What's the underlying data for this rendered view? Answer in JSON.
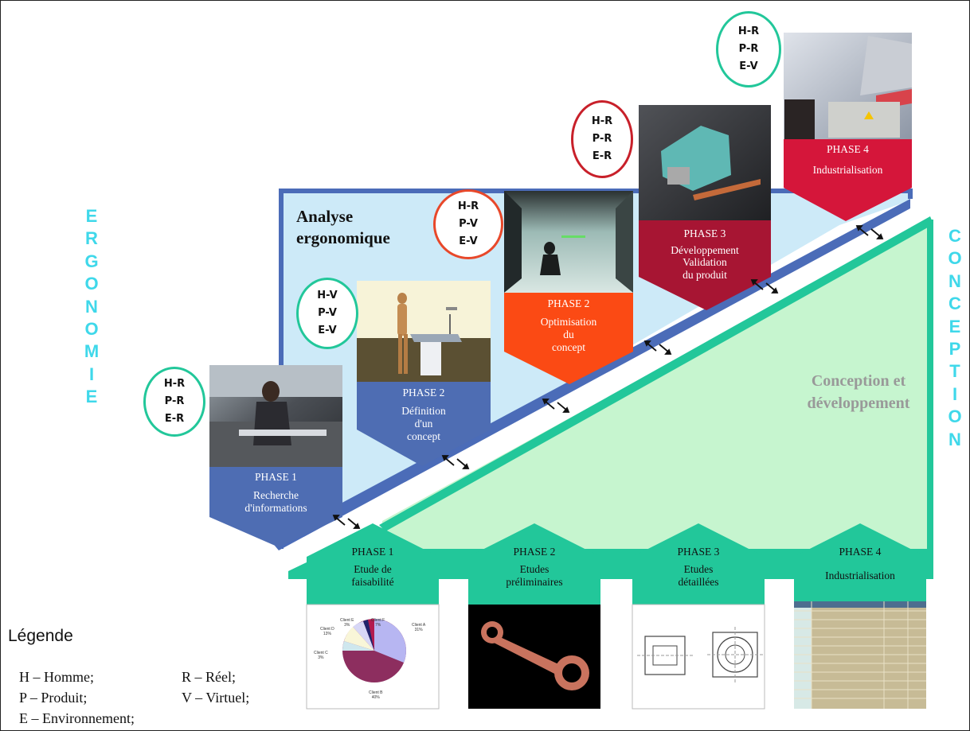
{
  "side_labels": {
    "left": [
      "E",
      "R",
      "G",
      "O",
      "N",
      "O",
      "M",
      "I",
      "E"
    ],
    "right": [
      "C",
      "O",
      "N",
      "C",
      "E",
      "P",
      "T",
      "I",
      "O",
      "N"
    ]
  },
  "upper": {
    "title_line1": "Analyse",
    "title_line2": "ergonomique",
    "phases": [
      {
        "label": "PHASE 1",
        "desc": [
          "Recherche",
          "d'informations"
        ]
      },
      {
        "label": "PHASE 2",
        "desc": [
          "Définition",
          "d'un",
          "concept"
        ]
      },
      {
        "label": "PHASE 2",
        "desc": [
          "Optimisation",
          "du",
          "concept"
        ]
      },
      {
        "label": "PHASE 3",
        "desc": [
          "Développement",
          "Validation",
          "du produit"
        ]
      },
      {
        "label": "PHASE 4",
        "desc": [
          "Industrialisation"
        ]
      }
    ],
    "codes": [
      {
        "lines": [
          "H-R",
          "P-R",
          "E-R"
        ],
        "color": "green"
      },
      {
        "lines": [
          "H-V",
          "P-V",
          "E-V"
        ],
        "color": "green"
      },
      {
        "lines": [
          "H-R",
          "P-V",
          "E-V"
        ],
        "color": "orange"
      },
      {
        "lines": [
          "H-R",
          "P-R",
          "E-R"
        ],
        "color": "red"
      },
      {
        "lines": [
          "H-R",
          "P-R",
          "E-V"
        ],
        "color": "green"
      }
    ]
  },
  "lower": {
    "title_line1": "Conception et",
    "title_line2": "développement",
    "phases": [
      {
        "label": "PHASE 1",
        "desc": [
          "Etude de",
          "faisabilité"
        ]
      },
      {
        "label": "PHASE 2",
        "desc": [
          "Etudes",
          "préliminaires"
        ]
      },
      {
        "label": "PHASE 3",
        "desc": [
          "Etudes",
          "détaillées"
        ]
      },
      {
        "label": "PHASE 4",
        "desc": [
          "Industrialisation"
        ]
      }
    ]
  },
  "pie": {
    "labels": [
      "Client A\n31%",
      "Client B\n40%",
      "Client C\n3%",
      "Client D\n13%",
      "Client E\n3%",
      "Client F\n7%"
    ]
  },
  "legend": {
    "title": "Légende",
    "items": [
      "H – Homme;",
      "R – Réel;",
      "P – Produit;",
      "V – Virtuel;",
      "E – Environnement;"
    ]
  },
  "colors": {
    "blue_border": "#4b6cb8",
    "light_blue": "#cdeaf8",
    "teal": "#22c79a",
    "light_green": "#c6f5cf",
    "phase_blue": "#4e6db3",
    "phase_orange": "#fb4a14",
    "phase_crimson": "#a71533",
    "phase_red": "#d5163a",
    "side_text": "#3fd8ea"
  }
}
